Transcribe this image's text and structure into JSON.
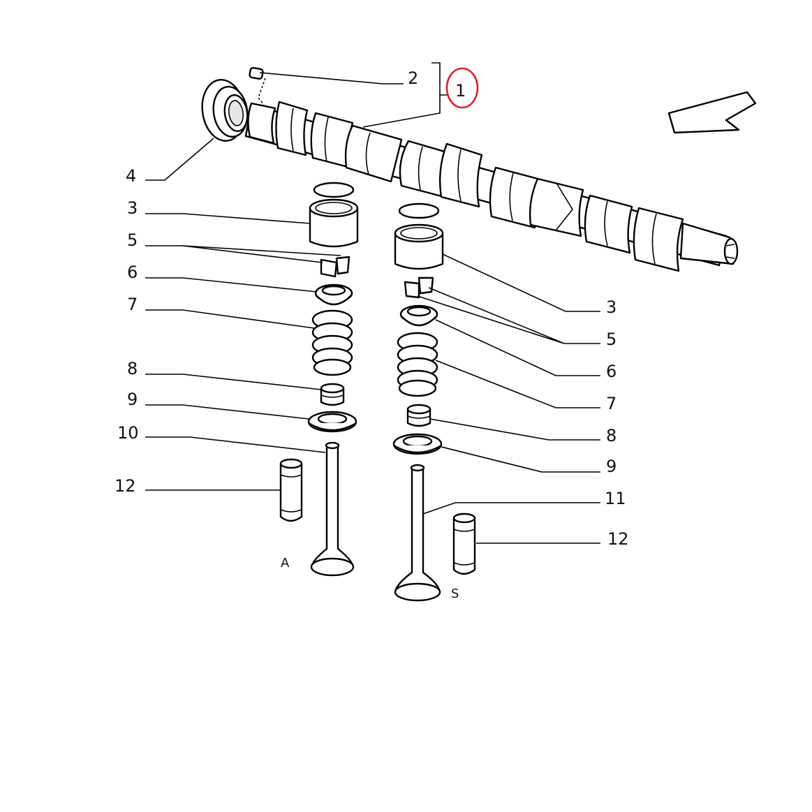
{
  "callouts": {
    "part_1": "1",
    "part_2": "2",
    "part_3_left": "3",
    "part_3_right": "3",
    "part_4": "4",
    "part_5_left": "5",
    "part_5_right": "5",
    "part_6_left": "6",
    "part_6_right": "6",
    "part_7_left": "7",
    "part_7_right": "7",
    "part_8_left": "8",
    "part_8_right": "8",
    "part_9_left": "9",
    "part_9_right": "9",
    "part_10": "10",
    "part_11": "11",
    "part_12_left": "12",
    "part_12_right": "12"
  },
  "valve_markers": {
    "intake": "A",
    "exhaust": "S"
  },
  "highlight": {
    "target": "1",
    "color": "#e0202a"
  },
  "icons": {
    "direction_arrow": "direction-arrow-icon"
  }
}
